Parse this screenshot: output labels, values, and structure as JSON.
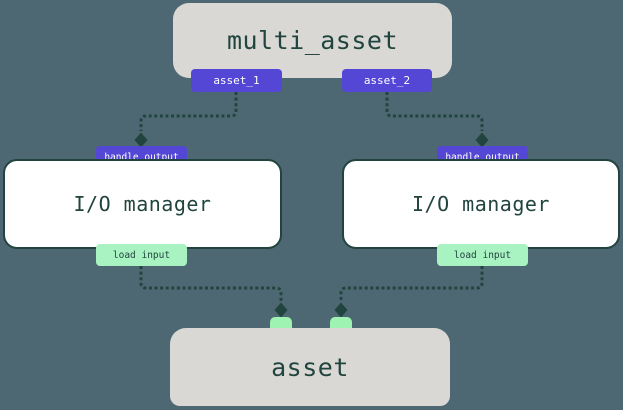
{
  "colors": {
    "background": "#4d6872",
    "ink": "#22443e",
    "node_gray": "#d9d8d5",
    "node_white": "#ffffff",
    "badge_purple": "#5447d6",
    "badge_mint": "#a9f2c2",
    "square_mint": "#9ef2b2",
    "badge_text_light": "#ffffff"
  },
  "nodes": {
    "multi_asset": "multi_asset",
    "io_manager": "I/O manager",
    "asset": "asset"
  },
  "badges": {
    "asset_1": "asset_1",
    "asset_2": "asset_2",
    "handle_output": "handle output",
    "load_input": "load input"
  }
}
